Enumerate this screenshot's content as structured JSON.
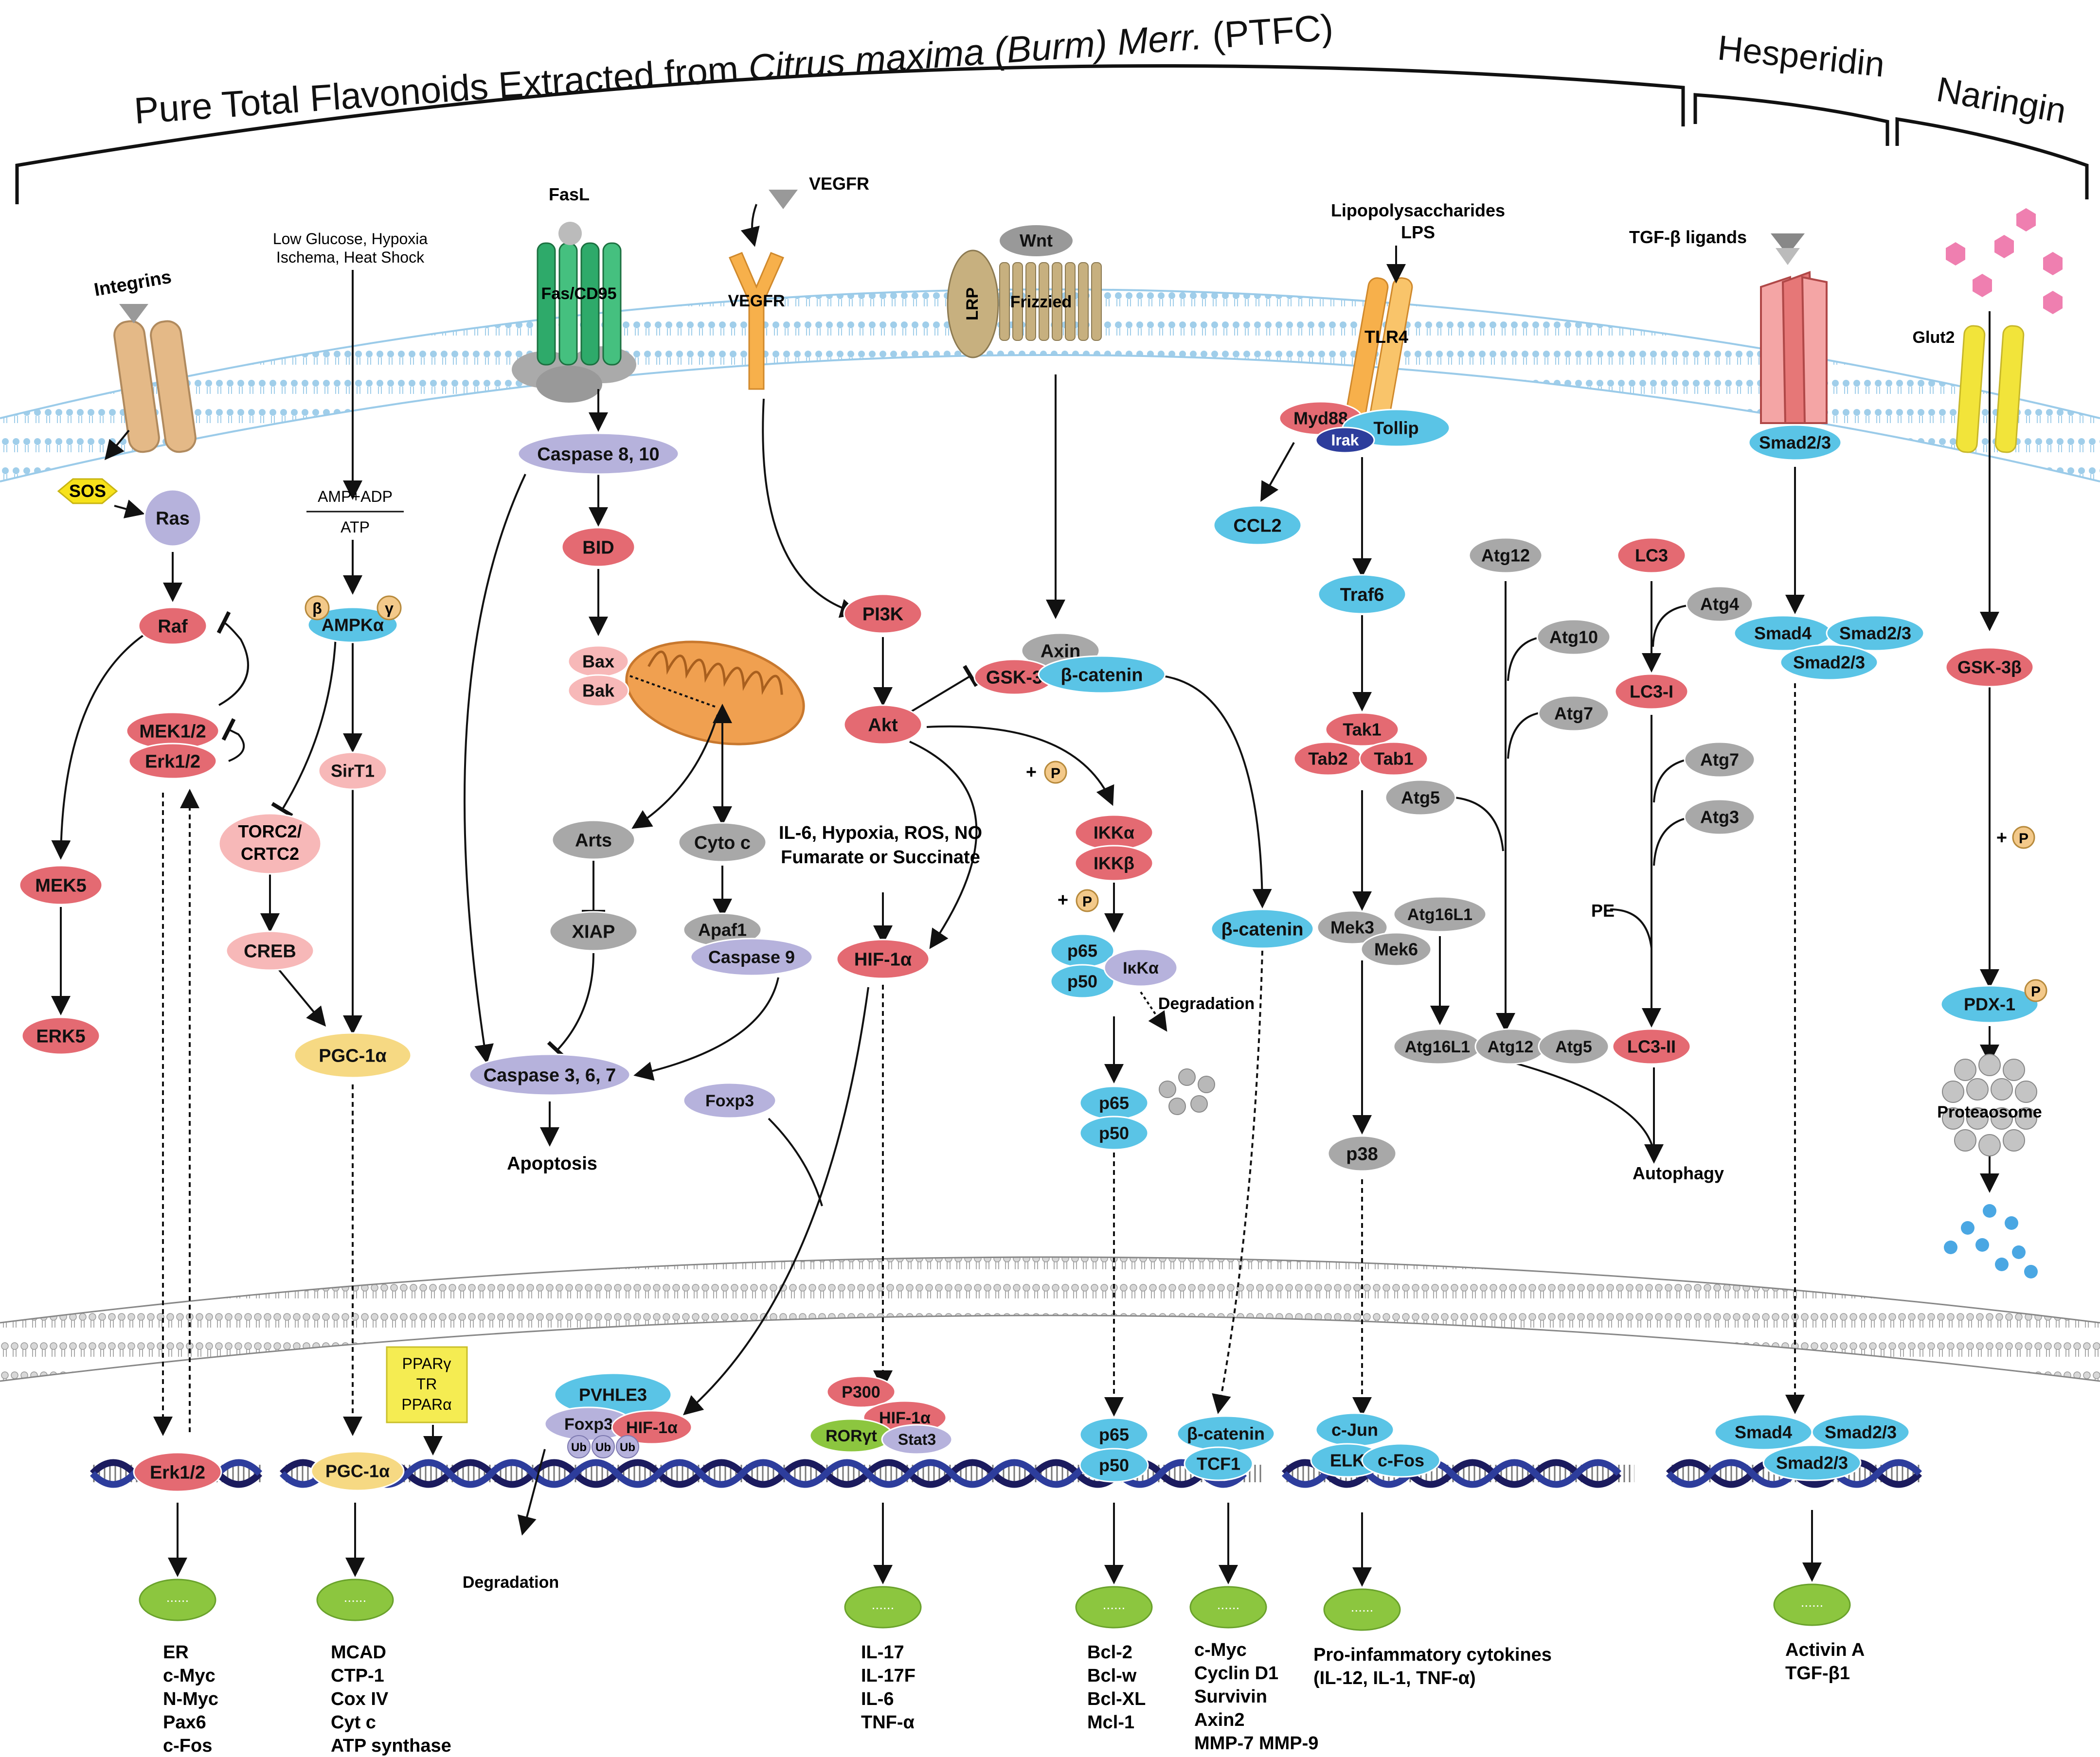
{
  "title": {
    "prefix": "Pure Total Flavonoids Extracted from ",
    "species": "Citrus maxima (Burm) Merr.",
    "suffix": " (PTFC)"
  },
  "groups": {
    "hesperidin": "Hesperidin",
    "naringin": "Naringin"
  },
  "labels": {
    "integrins": "Integrins",
    "stress_line1": "Low Glucose, Hypoxia",
    "stress_line2": "Ischema, Heat Shock",
    "fasl": "FasL",
    "fas": "Fas/CD95",
    "vegfr_ligand": "VEGFR",
    "vegfr": "VEGFR",
    "wnt": "Wnt",
    "lrp": "LRP",
    "frizzled": "Frizzied",
    "lps_line1": "Lipopolysaccharides",
    "lps_line2": "LPS",
    "tlr4": "TLR4",
    "tgf_ligands": "TGF-β ligands",
    "glut2": "Glut2",
    "amp_adp": "AMP+ADP",
    "atp": "ATP",
    "hif_stimuli_line1": "IL-6, Hypoxia, ROS, NO",
    "hif_stimuli_line2": "Fumarate or Succinate",
    "degradation_nfkb": "Degradation",
    "degradation_hif": "Degradation",
    "apoptosis": "Apoptosis",
    "autophagy": "Autophagy",
    "proteasome": "Proteaosome",
    "pe": "PE",
    "pparg_box": [
      "PPARγ",
      "TR",
      "PPARα"
    ],
    "beta": "β",
    "gamma": "γ",
    "p": "P",
    "plus": "+",
    "ub": "Ub",
    "dots": "......"
  },
  "nodes": {
    "sos": "SOS",
    "ras": "Ras",
    "raf": "Raf",
    "mek12": "MEK1/2",
    "erk12": "Erk1/2",
    "mek5": "MEK5",
    "erk5": "ERK5",
    "ampk": "AMPKα",
    "sirt1": "SirT1",
    "torc2": [
      "TORC2/",
      "CRTC2"
    ],
    "creb": "CREB",
    "pgc1a": "PGC-1α",
    "caspase810": "Caspase 8, 10",
    "bid": "BID",
    "bax": "Bax",
    "bak": "Bak",
    "arts": "Arts",
    "xiap": "XIAP",
    "cytoc": "Cyto c",
    "apaf1": "Apaf1",
    "caspase9": "Caspase 9",
    "caspase367": "Caspase 3, 6, 7",
    "pi3k": "PI3K",
    "akt": "Akt",
    "hif1a": "HIF-1α",
    "foxp3": "Foxp3",
    "axin": "Axin",
    "gsk3": "GSK-3",
    "bcatenin_complex": "β-catenin",
    "ikka": "IKKα",
    "ikkb": "IKKβ",
    "p65": "p65",
    "p50": "p50",
    "ikba": "IκKα",
    "bcatenin": "β-catenin",
    "myd88": "Myd88",
    "irak": "Irak",
    "tollip": "Tollip",
    "ccl2": "CCL2",
    "traf6": "Traf6",
    "tak1": "Tak1",
    "tab2": "Tab2",
    "tab1": "Tab1",
    "mek3": "Mek3",
    "mek6": "Mek6",
    "p38": "p38",
    "atg12": "Atg12",
    "atg10": "Atg10",
    "atg7": "Atg7",
    "atg5": "Atg5",
    "atg16l1": "Atg16L1",
    "atg4": "Atg4",
    "atg3": "Atg3",
    "lc3": "LC3",
    "lc3i": "LC3-I",
    "lc3ii": "LC3-II",
    "smad23": "Smad2/3",
    "smad4": "Smad4",
    "gsk3b": "GSK-3β",
    "pdx1": "PDX-1"
  },
  "nuclear": {
    "erk12": "Erk1/2",
    "pgc1a": "PGC-1α",
    "pvhle3": "PVHLE3",
    "foxp3": "Foxp3",
    "hif1a": "HIF-1α",
    "p300": "P300",
    "hif1a_b": "HIF-1α",
    "roryt": "RORγt",
    "stat3": "Stat3",
    "p65": "p65",
    "p50": "p50",
    "bcatenin": "β-catenin",
    "tcf1": "TCF1",
    "cjun": "c-Jun",
    "elk": "ELK",
    "cfos": "c-Fos",
    "smad4": "Smad4",
    "smad23a": "Smad2/3",
    "smad23b": "Smad2/3"
  },
  "targets": {
    "erk": [
      "ER",
      "c-Myc",
      "N-Myc",
      "Pax6",
      "c-Fos"
    ],
    "pgc": [
      "MCAD",
      "CTP-1",
      "Cox IV",
      "Cyt c",
      "ATP synthase"
    ],
    "hif": [
      "IL-17",
      "IL-17F",
      "IL-6",
      "TNF-α"
    ],
    "nfkb": [
      "Bcl-2",
      "Bcl-w",
      "Bcl-XL",
      "Mcl-1"
    ],
    "wnt": [
      "c-Myc",
      "Cyclin D1",
      "Survivin",
      "Axin2",
      "MMP-7 MMP-9"
    ],
    "tlr": [
      "Pro-infammatory cytokines",
      "(IL-12, IL-1, TNF-α)"
    ],
    "tgf": [
      "Activin A",
      "TGF-β1"
    ]
  },
  "colors": {
    "red": "#e46a72",
    "blue": "#5ac4e6",
    "gray": "#a8a8a8",
    "lavender": "#b6b2dc",
    "pink": "#f7b8b8",
    "yellow": "#f6d983",
    "green": "#8cc63f",
    "membrane": "#a9d6ee",
    "dna_dark": "#1b1b5e",
    "dna_blue": "#2d3d9c"
  }
}
